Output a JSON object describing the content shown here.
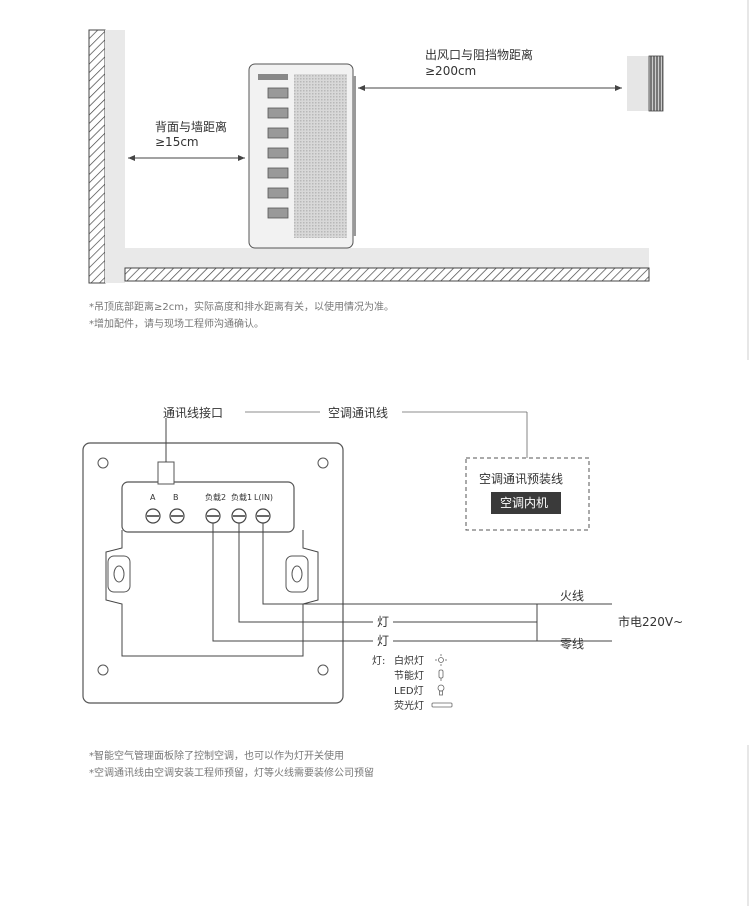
{
  "installation": {
    "side_clearance_label": "背面与墙距离",
    "side_clearance_value": "≥15cm",
    "front_clearance_label": "出风口与阻挡物距离",
    "front_clearance_value": "≥200cm",
    "notes": [
      "*吊顶底部距离≥2cm，实际高度和排水距离有关，以使用情况为准。",
      "*增加配件，请与现场工程师沟通确认。"
    ]
  },
  "wiring": {
    "comm_port_label": "通讯线接口",
    "ac_comm_line_label": "空调通讯线",
    "preinstalled_line_label": "空调通讯预装线",
    "indoor_unit_label": "空调内机",
    "terminals": [
      "A",
      "B",
      "负载2",
      "负载1",
      "L(IN)"
    ],
    "live_wire_label": "火线",
    "mains_label": "市电220V~",
    "neutral_wire_label": "零线",
    "lamp_label_1": "灯",
    "lamp_label_2": "灯",
    "legend_title": "灯:",
    "legend_items": [
      "白炽灯",
      "节能灯",
      "LED灯",
      "荧光灯"
    ],
    "notes": [
      "*智能空气管理面板除了控制空调，也可以作为灯开关使用",
      "*空调通讯线由空调安装工程师预留，灯等火线需要装修公司预留"
    ]
  }
}
